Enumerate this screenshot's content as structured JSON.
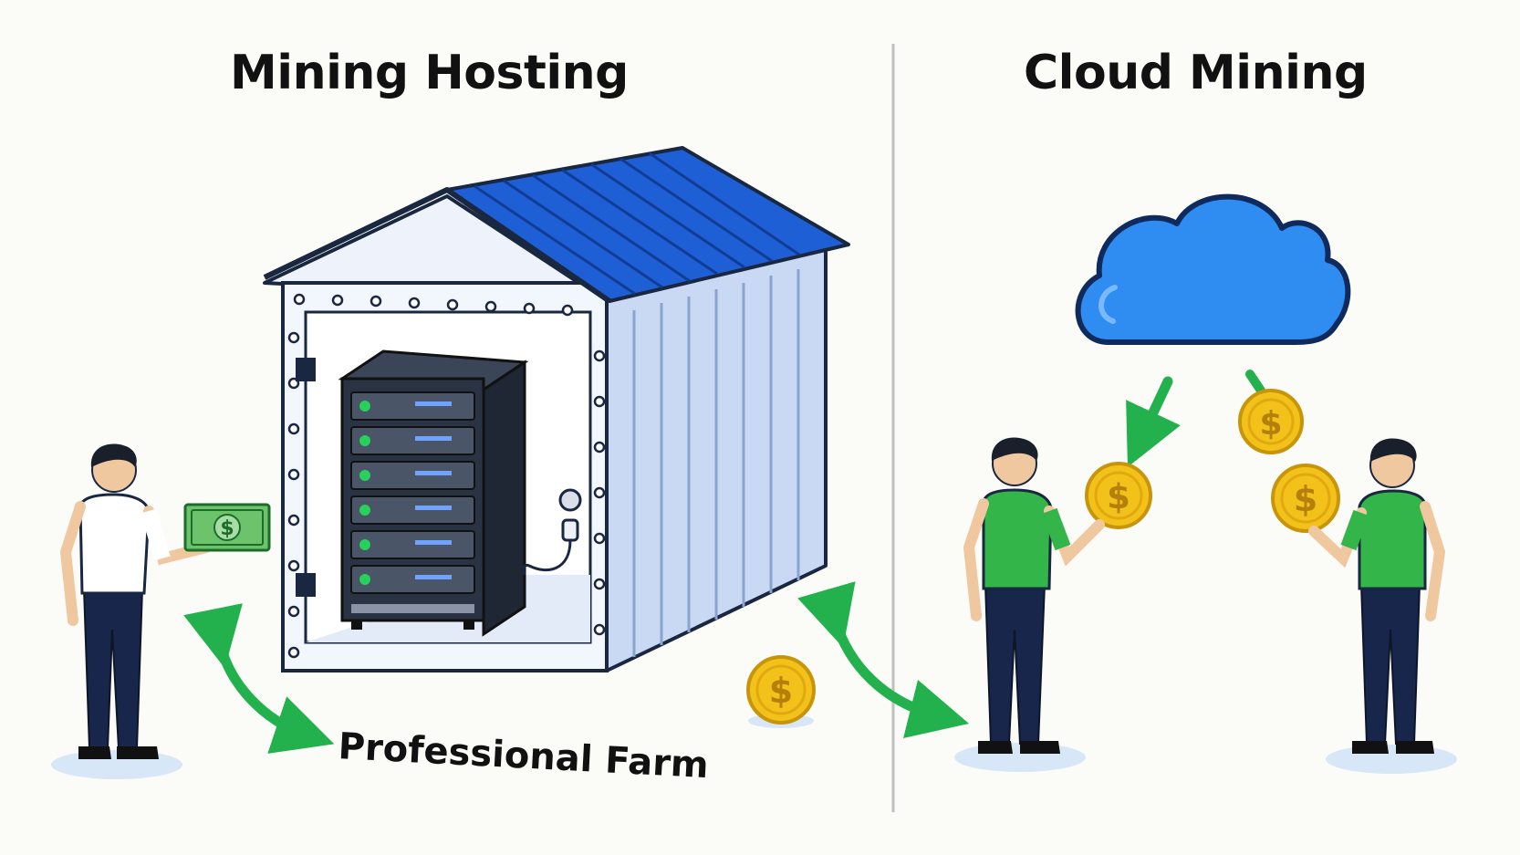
{
  "panels": {
    "left": {
      "title": "Mining Hosting",
      "caption": "Professional Farm"
    },
    "right": {
      "title": "Cloud Mining"
    }
  },
  "glyphs": {
    "currency": "$"
  },
  "colors": {
    "roof": "#1f5fd6",
    "cloud": "#2f8cf0",
    "arrow": "#22b14c",
    "shirt_green": "#33b54a",
    "coin": "#f2c21b",
    "banknote": "#6cc36b",
    "outline": "#1a2740"
  },
  "icons": [
    "server-rack-icon",
    "power-plug-icon",
    "cloud-icon",
    "coin-icon",
    "banknote-icon",
    "person-icon",
    "arrow-icon"
  ]
}
